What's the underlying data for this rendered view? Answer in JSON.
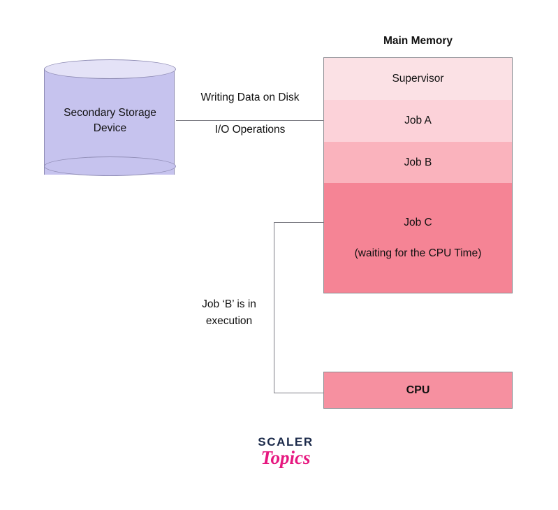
{
  "diagram": {
    "title_main_memory": "Main Memory",
    "storage": {
      "label_line1": "Secondary Storage",
      "label_line2": "Device",
      "fill_color": "#c6c3ee",
      "top_color": "#e4e2f7",
      "border_color": "#8f8cb4"
    },
    "connector_labels": {
      "writing_data": "Writing Data on Disk",
      "io_operations": "I/O Operations",
      "job_b_execution_line1": "Job ‘B’ is in",
      "job_b_execution_line2": "execution"
    },
    "memory_segments": [
      {
        "label": "Supervisor",
        "sublabel": "",
        "color": "#fbe1e5"
      },
      {
        "label": "Job A",
        "sublabel": "",
        "color": "#fcd2d9"
      },
      {
        "label": "Job B",
        "sublabel": "",
        "color": "#fab3bd"
      },
      {
        "label": "Job C",
        "sublabel": "(waiting for the CPU Time)",
        "color": "#f5849 5"
      }
    ],
    "cpu": {
      "label": "CPU",
      "color": "#f690a0"
    },
    "logo": {
      "brand": "SCALER",
      "product": "Topics",
      "brand_color": "#1b2a4a",
      "product_color": "#e6177f"
    }
  }
}
